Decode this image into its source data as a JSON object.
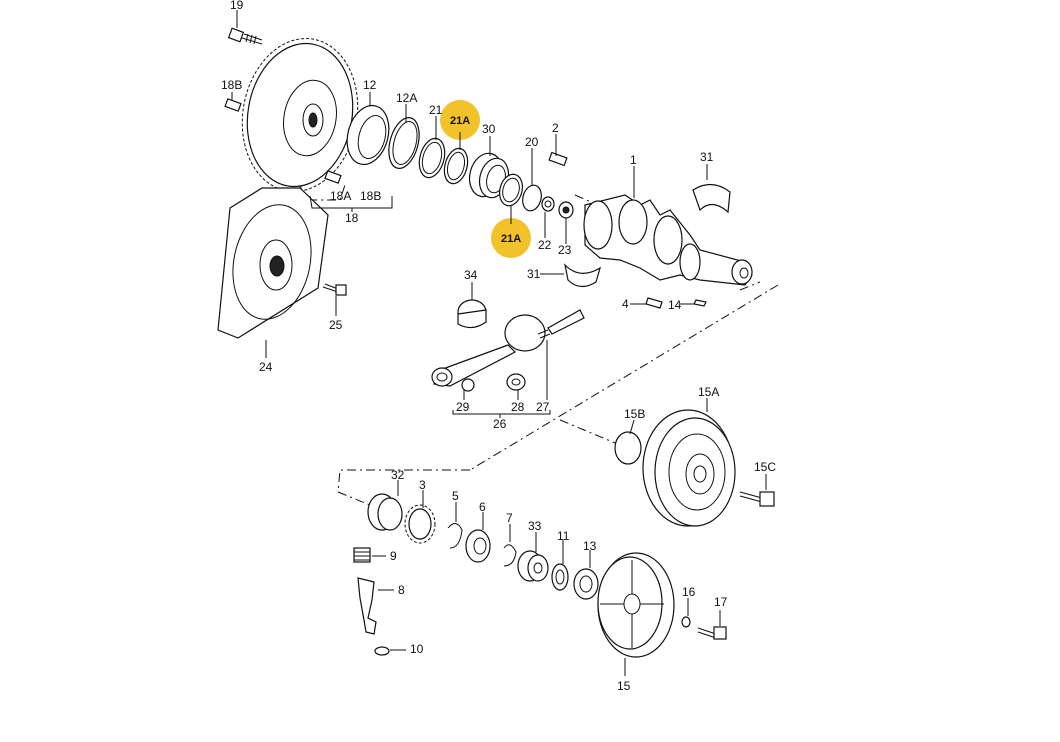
{
  "diagram": {
    "highlight_color": "#f2c22b",
    "labels": {
      "p19": "19",
      "p18b_top": "18B",
      "p12": "12",
      "p12a": "12A",
      "p21": "21",
      "p21a_top": "21A",
      "p30": "30",
      "p2": "2",
      "p20": "20",
      "p1": "1",
      "p31_top": "31",
      "p18a": "18A",
      "p18b_bottom": "18B",
      "p18": "18",
      "p21a_bottom": "21A",
      "p22": "22",
      "p23": "23",
      "p31_bottom": "31",
      "p34": "34",
      "p4": "4",
      "p14": "14",
      "p25": "25",
      "p24": "24",
      "p29": "29",
      "p28": "28",
      "p27": "27",
      "p26": "26",
      "p15a": "15A",
      "p15b": "15B",
      "p15c": "15C",
      "p32": "32",
      "p3": "3",
      "p5": "5",
      "p6": "6",
      "p7": "7",
      "p33": "33",
      "p11": "11",
      "p13": "13",
      "p9": "9",
      "p8": "8",
      "p10": "10",
      "p16": "16",
      "p17": "17",
      "p15": "15"
    }
  }
}
